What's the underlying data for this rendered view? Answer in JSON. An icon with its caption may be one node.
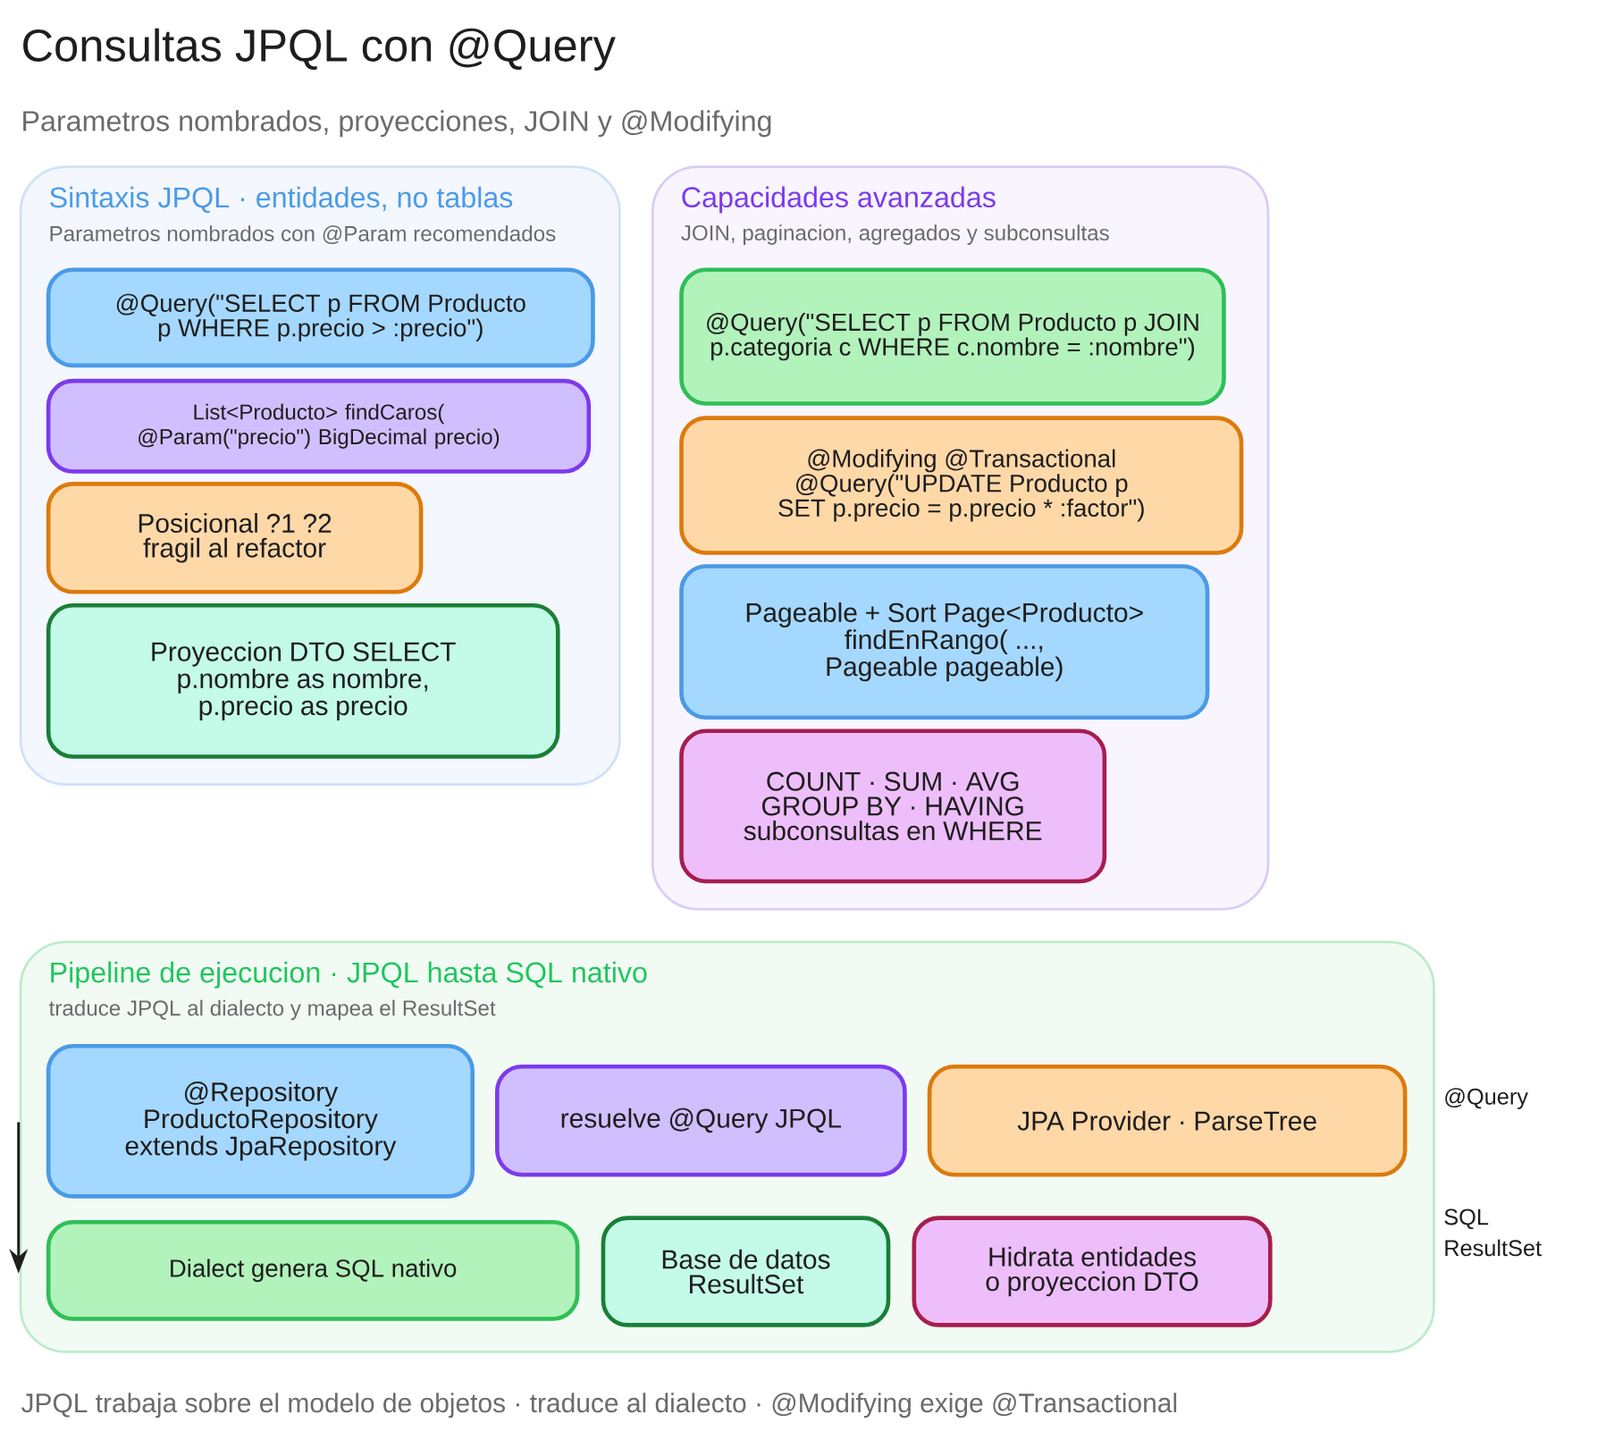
{
  "diagram": {
    "title": "Consultas JPQL con @Query",
    "caption": "JPQL trabaja sobre el modelo de objetos · traduce al dialecto · @Modifying exige @Transactional",
    "nodes": [
      {
        "text": [
          "Sintaxis JPQL · entidades, no tablas",
          "Parametros nombrados con @Param recomendados"
        ]
      },
      {
        "text": [
          "@Query(\"SELECT p FROM Producto p WHERE p.precio > :precio\")"
        ],
        "in": 0
      },
      {
        "text": [
          "List<Producto> findCaros( @Param(\"precio\") BigDecimal precio)"
        ],
        "in": 0
      },
      {
        "text": [
          "Posicional ?1 ?2 fragil al refactor"
        ],
        "in": 0
      },
      {
        "text": [
          "Proyeccion DTO SELECT p.nombre as nombre, p.precio as precio"
        ],
        "in": 0
      },
      {
        "text": [
          "Capacidades avanzadas",
          "JOIN, paginacion, agregados y subconsultas"
        ]
      },
      {
        "text": [
          "@Query(\"SELECT p FROM Producto p JOIN p.categoria c WHERE c.nombre = :nombre\")"
        ],
        "in": 5
      },
      {
        "text": [
          "@Modifying @Transactional @Query(\"UPDATE Producto p SET p.precio = p.precio * :factor\")"
        ],
        "in": 5
      },
      {
        "text": [
          "Pageable + Sort Page<Producto> findEnRango( ..., Pageable pageable)"
        ],
        "in": 5
      },
      {
        "text": [
          "COUNT · SUM · AVG GROUP BY · HAVING subconsultas en WHERE"
        ],
        "in": 5
      },
      {
        "text": [
          "Pipeline de ejecucion · JPQL hasta SQL nativo",
          "traduce JPQL al dialecto y mapea el ResultSet"
        ]
      },
      {
        "text": [
          "@Repository ProductoRepository extends JpaRepository"
        ],
        "in": 10
      },
      {
        "text": [
          "resuelve @Query JPQL"
        ],
        "in": 10
      },
      {
        "text": [
          "JPA Provider · ParseTree"
        ],
        "in": 10
      },
      {
        "text": [
          "Dialect genera SQL nativo"
        ],
        "in": 10
      },
      {
        "text": [
          "Base de datos ResultSet"
        ],
        "in": 10
      },
      {
        "text": [
          "Hidrata entidades o proyeccion DTO"
        ],
        "in": 10
      }
    ],
    "labels": [
      "Parametros nombrados, proyecciones, JOIN y @Modifying",
      "@Query",
      "SQL",
      "ResultSet"
    ]
  }
}
